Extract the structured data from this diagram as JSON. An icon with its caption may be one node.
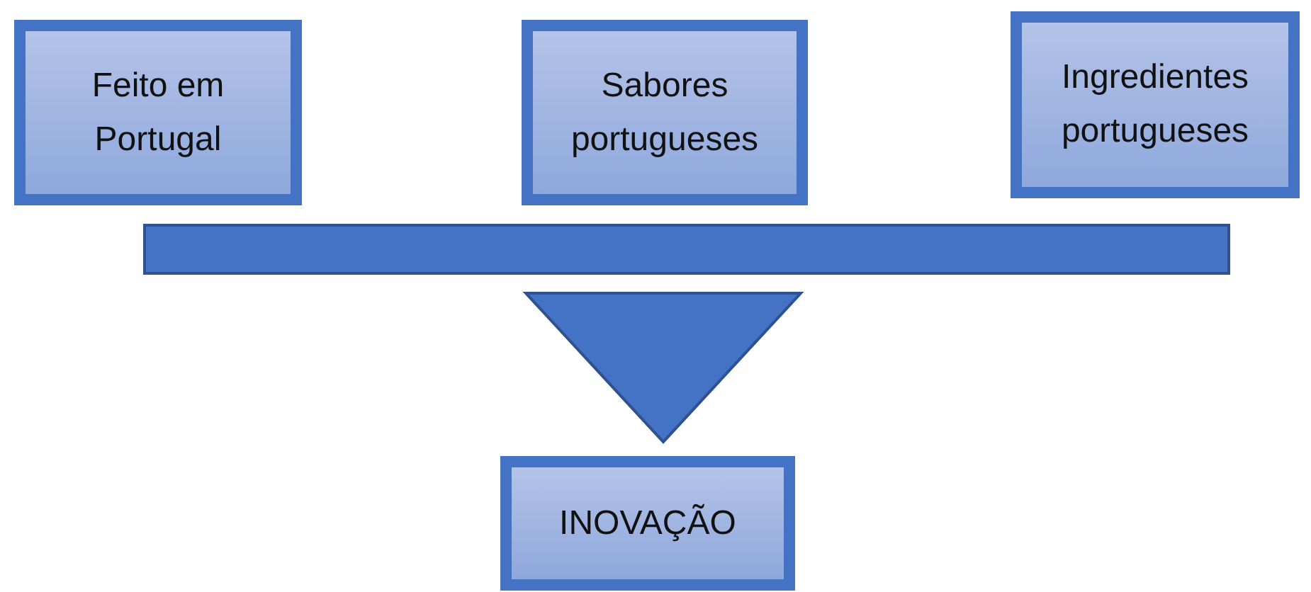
{
  "diagram": {
    "nodes": [
      {
        "text": [
          "Feito em Portugal"
        ]
      },
      {
        "text": [
          "Sabores portugueses"
        ]
      },
      {
        "text": [
          "Ingredientes portugueses"
        ]
      },
      {
        "text": [],
        "shape": "bar"
      },
      {
        "text": [],
        "shape": "triangle"
      },
      {
        "text": [
          "INOVAÇÃO"
        ]
      }
    ]
  }
}
